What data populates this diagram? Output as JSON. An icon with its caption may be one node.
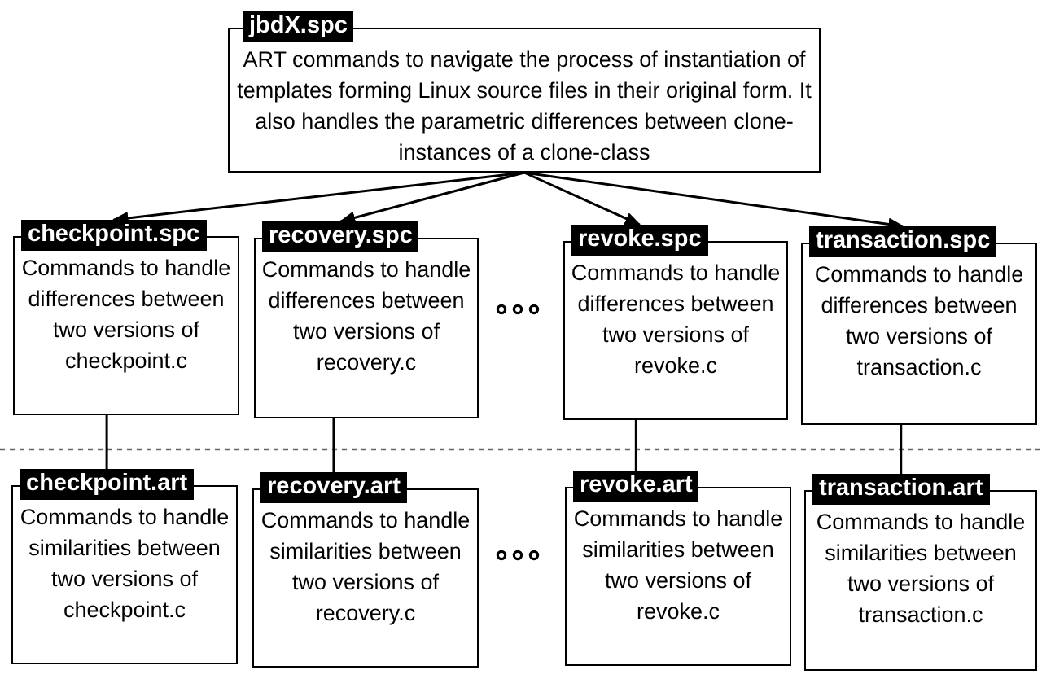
{
  "diagram": {
    "nodes": [
      {
        "text": [
          "jbdX.spc",
          "ART commands to navigate the process of instantiation of templates forming Linux source files in their original form. It also handles the parametric differences between clone-instances of a clone-class"
        ]
      },
      {
        "text": [
          "checkpoint.spc",
          "Commands to handle differences between two versions of checkpoint.c"
        ]
      },
      {
        "text": [
          "recovery.spc",
          "Commands to handle differences between two versions of recovery.c"
        ]
      },
      {
        "text": [
          "revoke.spc",
          "Commands to handle differences between two versions of revoke.c"
        ]
      },
      {
        "text": [
          "transaction.spc",
          "Commands to handle differences between two versions of transaction.c"
        ]
      },
      {
        "text": [
          "checkpoint.art",
          "Commands to handle similarities between two versions of checkpoint.c"
        ]
      },
      {
        "text": [
          "recovery.art",
          "Commands to handle similarities between two versions of recovery.c"
        ]
      },
      {
        "text": [
          "revoke.art",
          "Commands to handle similarities between two versions of revoke.c"
        ]
      },
      {
        "text": [
          "transaction.art",
          "Commands to handle similarities between two versions of transaction.c"
        ]
      }
    ],
    "edges": [
      {
        "from": 0,
        "to": 1,
        "arrow": "to"
      },
      {
        "from": 0,
        "to": 2,
        "arrow": "to"
      },
      {
        "from": 0,
        "to": 3,
        "arrow": "to"
      },
      {
        "from": 0,
        "to": 4,
        "arrow": "to"
      },
      {
        "from": 1,
        "to": 5,
        "arrow": "none"
      },
      {
        "from": 2,
        "to": 6,
        "arrow": "none"
      },
      {
        "from": 3,
        "to": 7,
        "arrow": "none"
      },
      {
        "from": 4,
        "to": 8,
        "arrow": "none"
      }
    ]
  }
}
